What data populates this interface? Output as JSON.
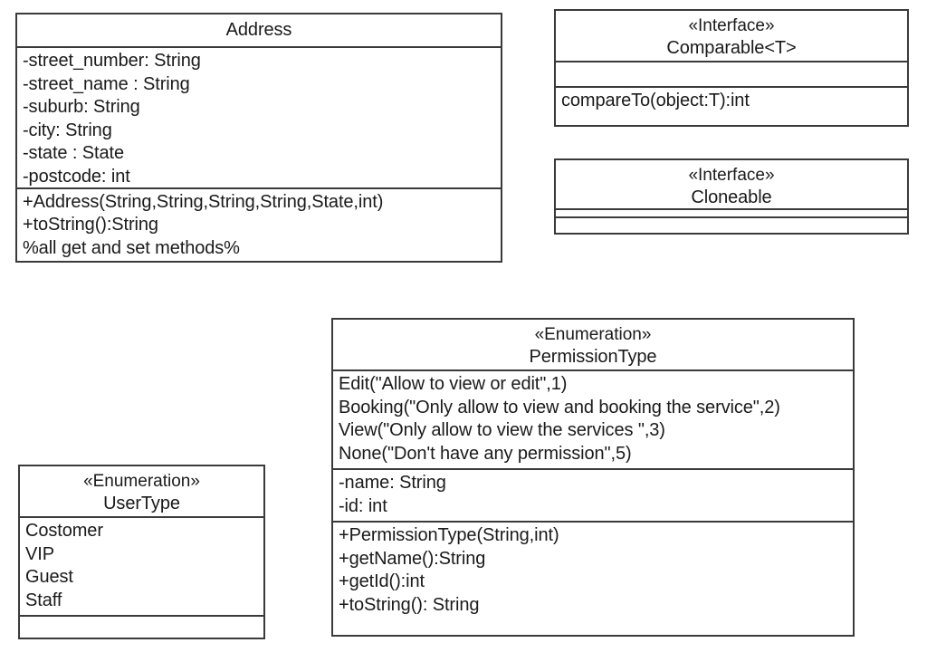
{
  "diagram": {
    "type": "uml-class-diagram",
    "background": "#ffffff",
    "line_color": "#3a3a3a",
    "text_color": "#1a1a1a"
  },
  "classes": {
    "address": {
      "name": "Address",
      "attributes": [
        "-street_number: String",
        "-street_name : String",
        "-suburb: String",
        "-city: String",
        "-state : State",
        "-postcode: int"
      ],
      "operations": [
        "+Address(String,String,String,String,State,int)",
        "+toString():String",
        "%all get and set methods%"
      ]
    },
    "comparable": {
      "stereotype": "«Interface»",
      "name": "Comparable<T>",
      "attributes": [],
      "operations": [
        "compareTo(object:T):int"
      ]
    },
    "cloneable": {
      "stereotype": "«Interface»",
      "name": "Cloneable",
      "attributes": [],
      "operations": []
    },
    "permission_type": {
      "stereotype": "«Enumeration»",
      "name": "PermissionType",
      "literals": [
        "Edit(\"Allow to view or edit\",1)",
        "Booking(\"Only allow to view and booking the service\",2)",
        "View(\"Only allow to view the services \",3)",
        "None(\"Don't have any permission\",5)"
      ],
      "attributes": [
        "-name: String",
        "-id: int"
      ],
      "operations": [
        "+PermissionType(String,int)",
        "+getName():String",
        "+getId():int",
        "+toString(): String"
      ]
    },
    "user_type": {
      "stereotype": "«Enumeration»",
      "name": "UserType",
      "literals": [
        "Costomer",
        "VIP",
        "Guest",
        "Staff"
      ],
      "operations": []
    }
  }
}
